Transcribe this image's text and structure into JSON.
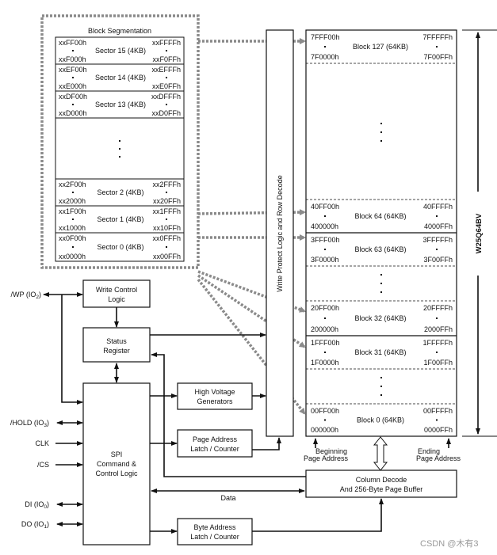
{
  "block_segmentation": {
    "title": "Block Segmentation",
    "sectors": [
      {
        "label": "Sector 15 (4KB)",
        "start_hi": "xxFF00h",
        "start_lo": "xxF000h",
        "end_hi": "xxFFFFh",
        "end_lo": "xxF0FFh"
      },
      {
        "label": "Sector 14 (4KB)",
        "start_hi": "xxEF00h",
        "start_lo": "xxE000h",
        "end_hi": "xxEFFFh",
        "end_lo": "xxE0FFh"
      },
      {
        "label": "Sector 13 (4KB)",
        "start_hi": "xxDF00h",
        "start_lo": "xxD000h",
        "end_hi": "xxDFFFh",
        "end_lo": "xxD0FFh"
      },
      {
        "label": "",
        "gap": true
      },
      {
        "label": "Sector 2 (4KB)",
        "start_hi": "xx2F00h",
        "start_lo": "xx2000h",
        "end_hi": "xx2FFFh",
        "end_lo": "xx20FFh"
      },
      {
        "label": "Sector 1 (4KB)",
        "start_hi": "xx1F00h",
        "start_lo": "xx1000h",
        "end_hi": "xx1FFFh",
        "end_lo": "xx10FFh"
      },
      {
        "label": "Sector 0 (4KB)",
        "start_hi": "xx0F00h",
        "start_lo": "xx0000h",
        "end_hi": "xx0FFFh",
        "end_lo": "xx00FFh"
      }
    ]
  },
  "memory_array": {
    "chip_label": "W25Q64BV",
    "blocks": [
      {
        "label": "Block 127 (64KB)",
        "start_hi": "7FFF00h",
        "start_lo": "7F0000h",
        "end_hi": "7FFFFFh",
        "end_lo": "7F00FFh"
      },
      {
        "label": "Block 64 (64KB)",
        "start_hi": "40FF00h",
        "start_lo": "400000h",
        "end_hi": "40FFFFh",
        "end_lo": "4000FFh"
      },
      {
        "label": "Block 63 (64KB)",
        "start_hi": "3FFF00h",
        "start_lo": "3F0000h",
        "end_hi": "3FFFFFh",
        "end_lo": "3F00FFh"
      },
      {
        "label": "Block 32 (64KB)",
        "start_hi": "20FF00h",
        "start_lo": "200000h",
        "end_hi": "20FFFFh",
        "end_lo": "2000FFh"
      },
      {
        "label": "Block 31 (64KB)",
        "start_hi": "1FFF00h",
        "start_lo": "1F0000h",
        "end_hi": "1FFFFFh",
        "end_lo": "1F00FFh"
      },
      {
        "label": "Block 0 (64KB)",
        "start_hi": "00FF00h",
        "start_lo": "000000h",
        "end_hi": "00FFFFh",
        "end_lo": "0000FFh"
      }
    ],
    "beginning_label": [
      "Beginning",
      "Page Address"
    ],
    "ending_label": [
      "Ending",
      "Page Address"
    ]
  },
  "blocks": {
    "write_protect": "Write Protect Logic and Row Decode",
    "write_control": [
      "Write Control",
      "Logic"
    ],
    "status_register": [
      "Status",
      "Register"
    ],
    "spi": [
      "SPI",
      "Command &",
      "Control Logic"
    ],
    "high_voltage": [
      "High Voltage",
      "Generators"
    ],
    "page_address": [
      "Page Address",
      "Latch / Counter"
    ],
    "byte_address": [
      "Byte Address",
      "Latch / Counter"
    ],
    "column_decode": [
      "Column Decode",
      "And 256-Byte Page Buffer"
    ],
    "data_label": "Data"
  },
  "pins": [
    {
      "name": "/WP (IO",
      "sub": "2",
      "close": ")"
    },
    {
      "name": "/HOLD (IO",
      "sub": "3",
      "close": ")"
    },
    {
      "name": "CLK",
      "sub": "",
      "close": ""
    },
    {
      "name": "/CS",
      "sub": "",
      "close": ""
    },
    {
      "name": "DI (IO",
      "sub": "0",
      "close": ")"
    },
    {
      "name": "DO (IO",
      "sub": "1",
      "close": ")"
    }
  ],
  "watermark": "CSDN @木有3"
}
